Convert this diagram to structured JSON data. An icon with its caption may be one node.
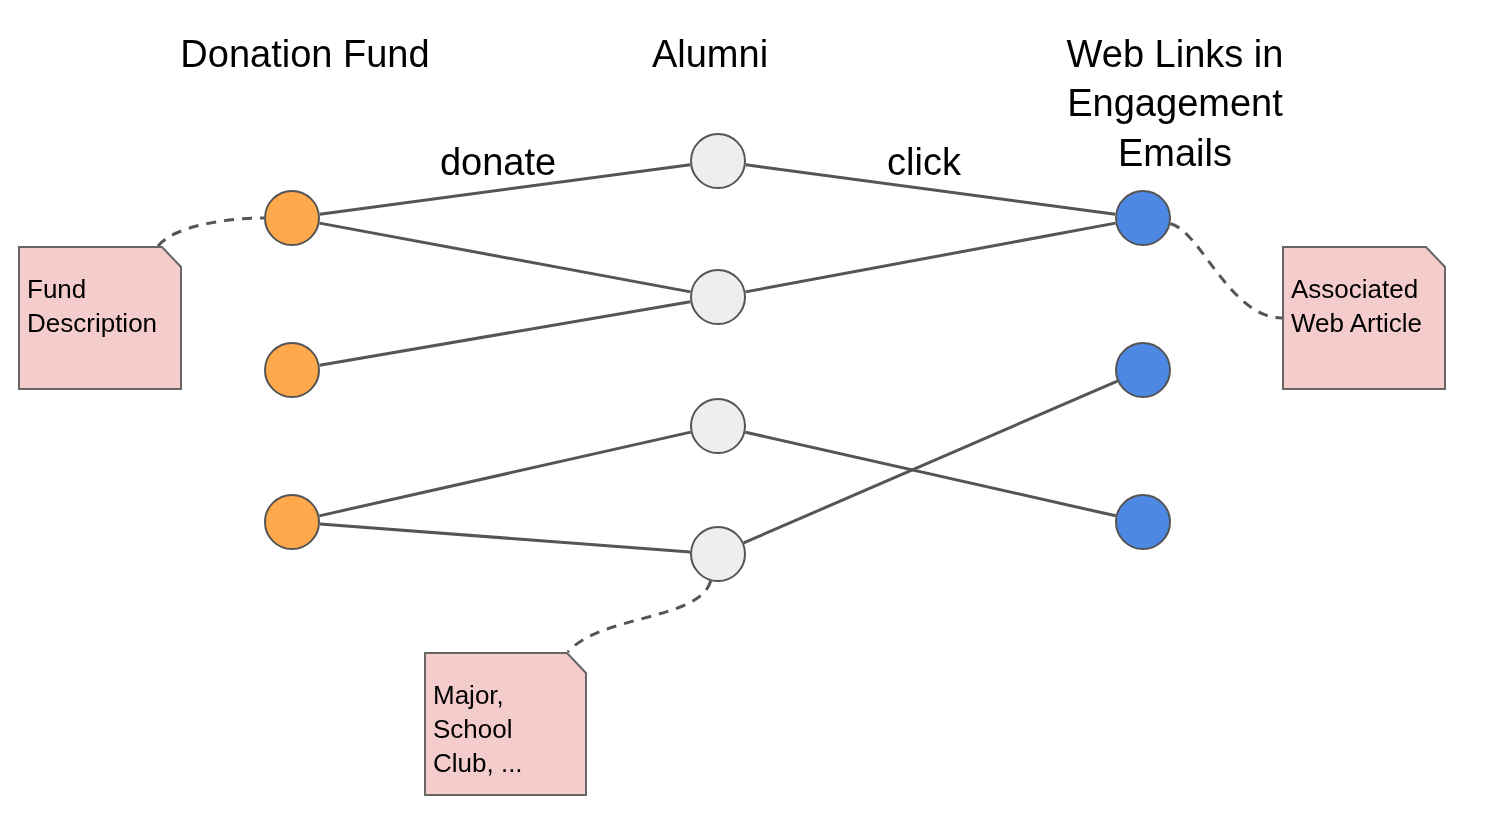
{
  "diagram": {
    "nodes": [
      {
        "text": [
          "Fund Description"
        ]
      },
      {
        "text": [],
        "shape": "circle"
      },
      {
        "text": [],
        "shape": "circle"
      },
      {
        "text": [],
        "shape": "circle"
      },
      {
        "text": [],
        "shape": "circle"
      },
      {
        "text": [],
        "shape": "circle"
      },
      {
        "text": [],
        "shape": "circle"
      },
      {
        "text": [],
        "shape": "circle"
      },
      {
        "text": [],
        "shape": "circle"
      },
      {
        "text": [],
        "shape": "circle"
      },
      {
        "text": [],
        "shape": "circle"
      },
      {
        "text": [
          "Associated Web Article"
        ]
      },
      {
        "text": [
          "Major, School Club, ..."
        ]
      }
    ],
    "edges": [
      {
        "from": 1,
        "to": 4,
        "arrow": "none"
      },
      {
        "from": 1,
        "to": 5,
        "arrow": "none"
      },
      {
        "from": 2,
        "to": 5,
        "arrow": "none"
      },
      {
        "from": 3,
        "to": 6,
        "arrow": "none"
      },
      {
        "from": 3,
        "to": 7,
        "arrow": "none"
      },
      {
        "from": 4,
        "to": 8,
        "arrow": "none"
      },
      {
        "from": 5,
        "to": 8,
        "arrow": "none"
      },
      {
        "from": 6,
        "to": 10,
        "arrow": "none"
      },
      {
        "from": 7,
        "to": 9,
        "arrow": "none"
      },
      {
        "from": 0,
        "to": 1,
        "arrow": "none",
        "style": "dashed"
      },
      {
        "from": 8,
        "to": 11,
        "arrow": "none",
        "style": "dashed"
      },
      {
        "from": 7,
        "to": 12,
        "arrow": "none",
        "style": "dashed"
      }
    ],
    "labels": [
      "Donation Fund",
      "Alumni",
      "Web Links in Engagement Emails",
      "donate",
      "click"
    ]
  }
}
